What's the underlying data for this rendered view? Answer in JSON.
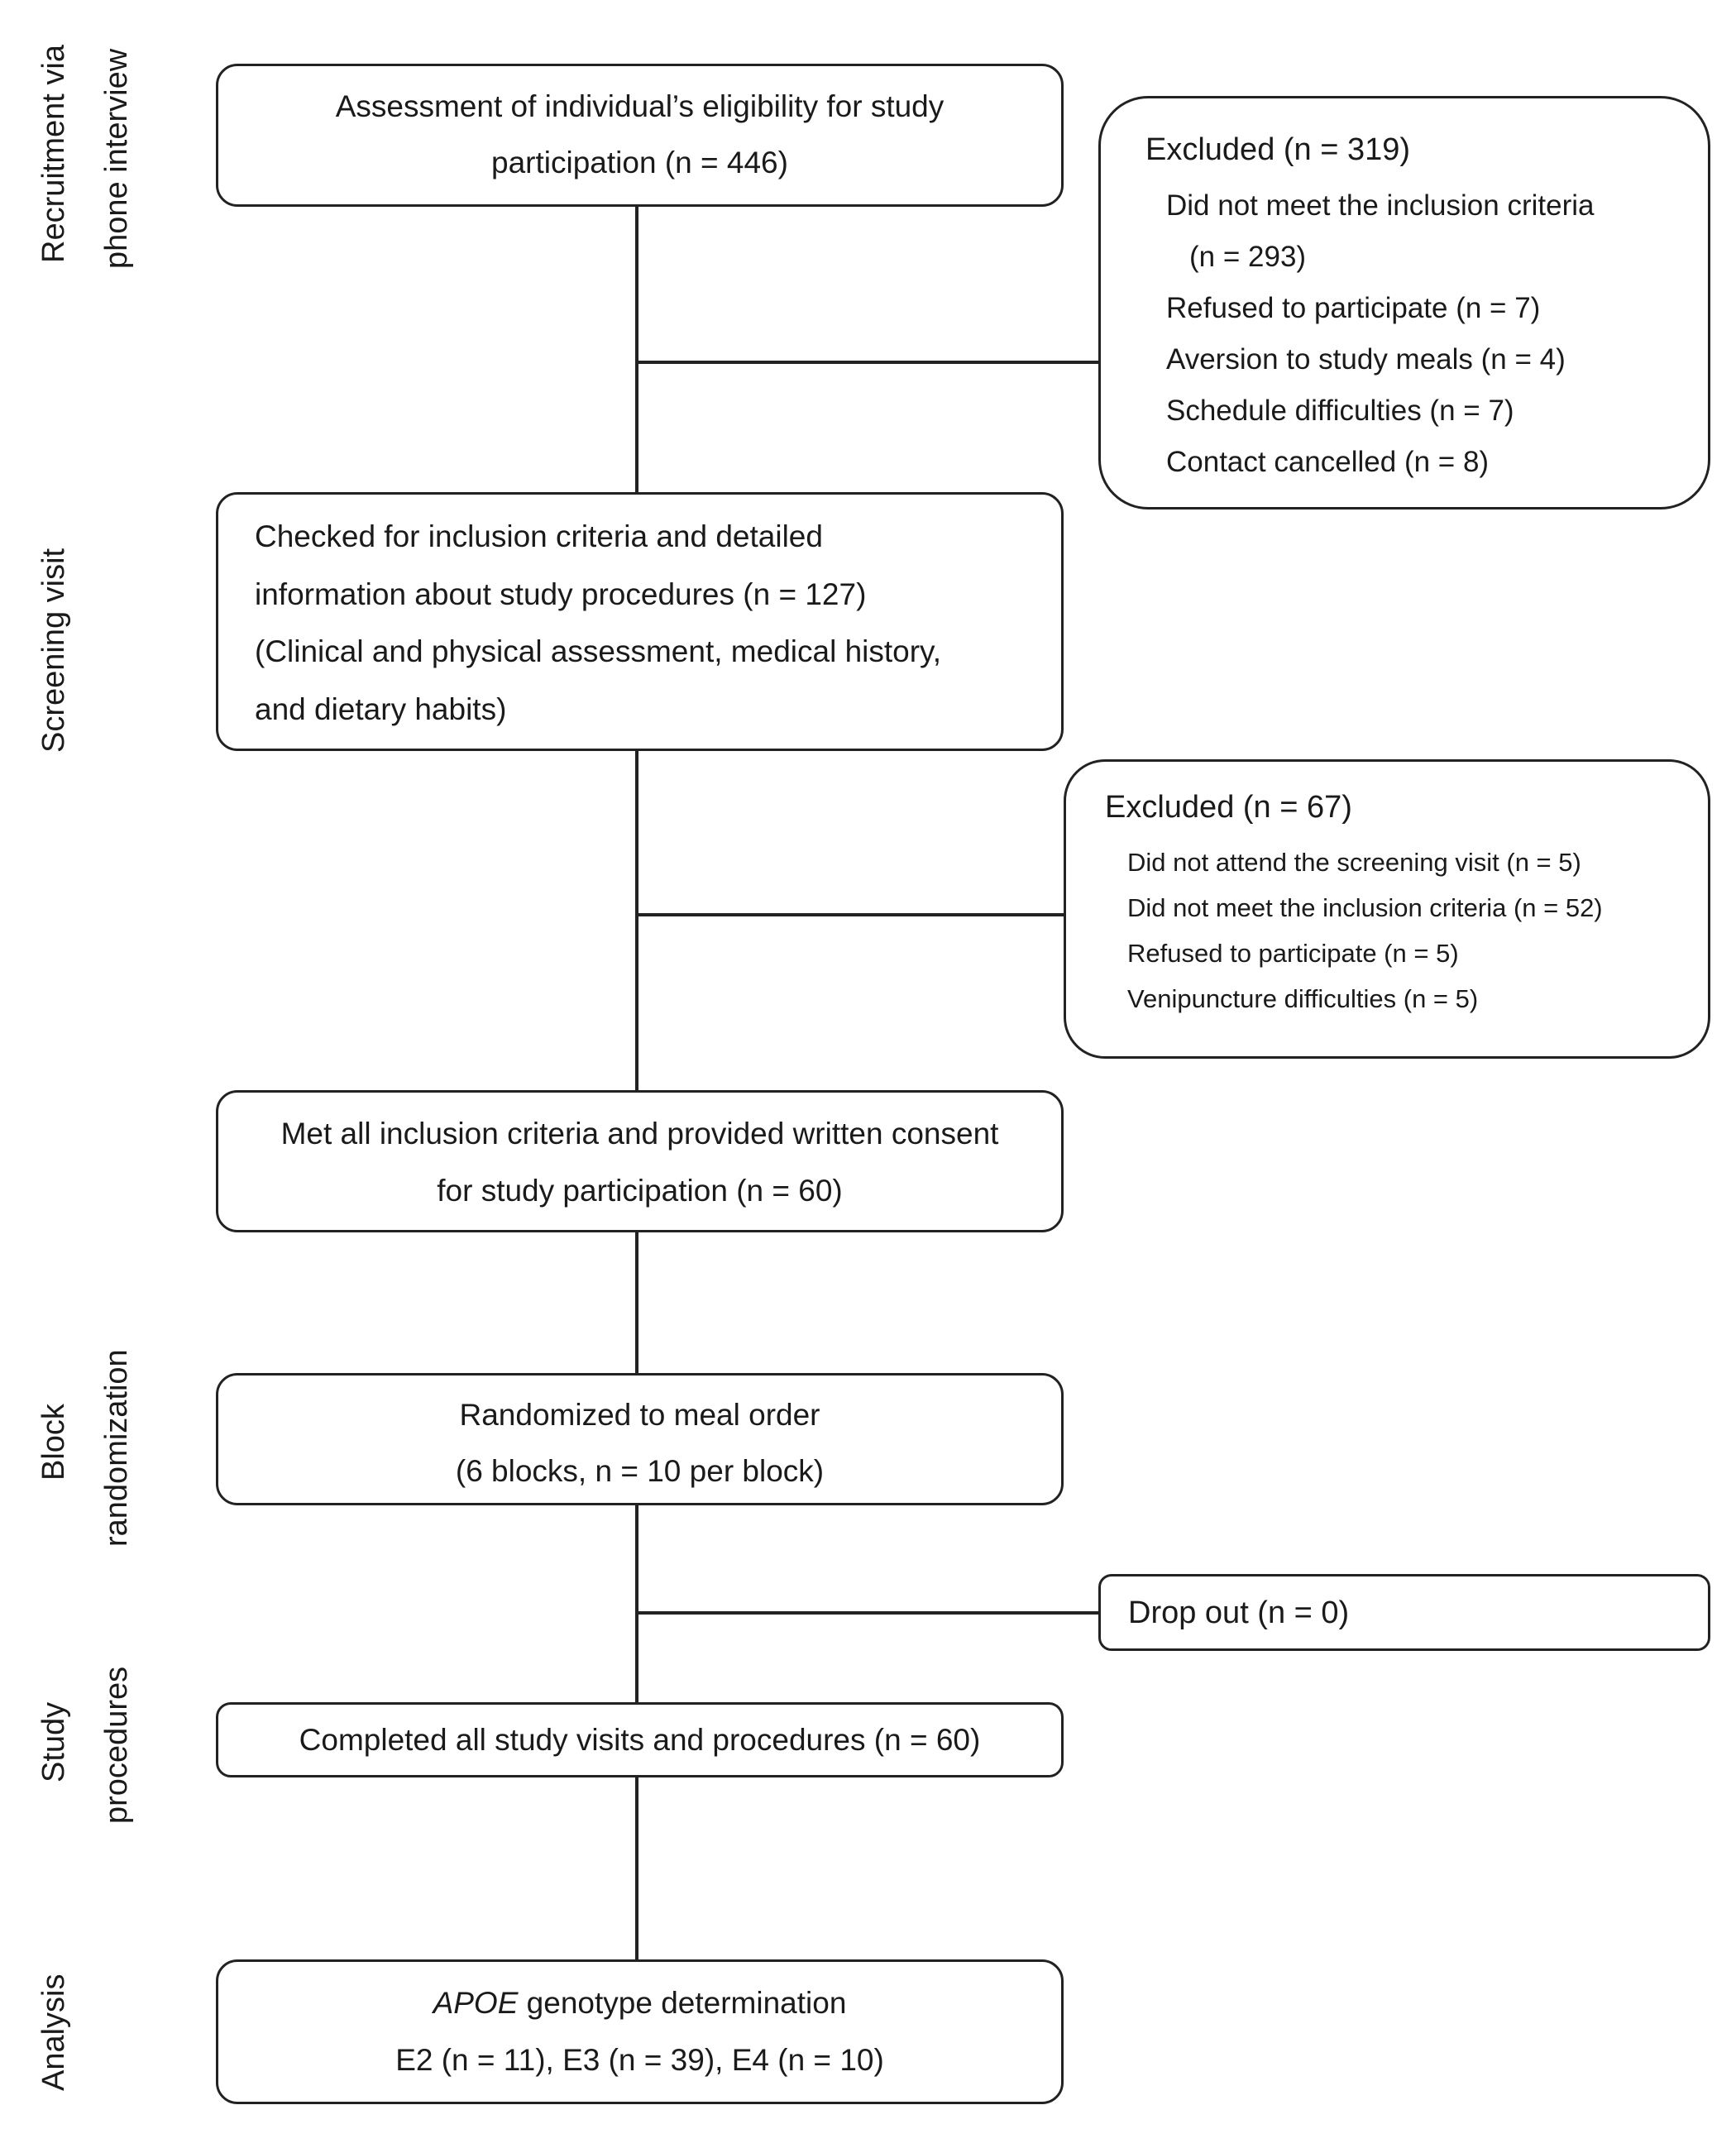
{
  "phases": {
    "recruitment_line1": "Recruitment via",
    "recruitment_line2": "phone interview",
    "screening": "Screening visit",
    "block_line1": "Block",
    "block_line2": "randomization",
    "study_line1": "Study",
    "study_line2": "procedures",
    "analysis": "Analysis"
  },
  "boxes": {
    "assessment": {
      "line1": "Assessment of individual’s eligibility for study",
      "line2": "participation (n = 446)"
    },
    "screening": {
      "line1": "Checked for inclusion criteria and detailed",
      "line2": "information about study procedures (n = 127)",
      "line3": "(Clinical and physical assessment, medical history,",
      "line4": "and dietary habits)"
    },
    "consent": {
      "line1": "Met all inclusion criteria and provided written consent",
      "line2": "for study participation (n = 60)"
    },
    "randomized": {
      "line1": "Randomized to meal order",
      "line2": "(6 blocks, n = 10 per block)"
    },
    "completed": {
      "line1": "Completed all study visits and procedures (n = 60)"
    },
    "analysis": {
      "line1_italic": "APOE",
      "line1_rest": " genotype determination",
      "line2": "E2 (n = 11), E3 (n = 39), E4 (n = 10)"
    }
  },
  "exclusions": {
    "first": {
      "title": "Excluded (n = 319)",
      "items": [
        "Did not meet the inclusion criteria",
        "(n = 293)",
        "Refused to participate (n = 7)",
        "Aversion to study meals (n = 4)",
        "Schedule difficulties (n = 7)",
        "Contact cancelled (n = 8)"
      ]
    },
    "second": {
      "title": "Excluded (n = 67)",
      "items": [
        "Did not attend the screening visit (n = 5)",
        "Did not meet the inclusion criteria (n = 52)",
        "Refused to participate (n = 5)",
        "Venipuncture difficulties (n = 5)"
      ]
    },
    "dropout": {
      "title": "Drop out (n = 0)"
    }
  }
}
